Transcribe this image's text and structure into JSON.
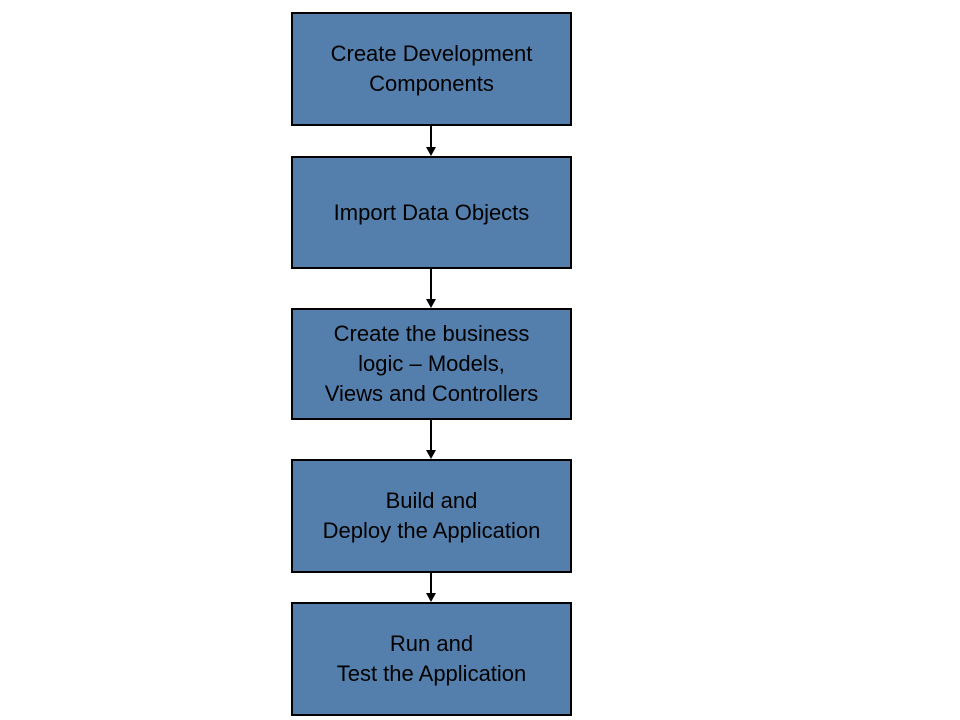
{
  "diagram": {
    "type": "flowchart",
    "orientation": "vertical",
    "background_color": "#FFFFFF",
    "box_fill_color": "#547FAC",
    "box_border_color": "#000000",
    "text_color": "#000000",
    "arrow_color": "#000000",
    "steps": [
      {
        "id": 1,
        "label": "Create Development\nComponents"
      },
      {
        "id": 2,
        "label": "Import Data Objects"
      },
      {
        "id": 3,
        "label": "Create the business\nlogic – Models,\nViews and Controllers"
      },
      {
        "id": 4,
        "label": "Build and\nDeploy the Application"
      },
      {
        "id": 5,
        "label": "Run and\nTest the Application"
      }
    ],
    "connections": [
      {
        "from": 1,
        "to": 2
      },
      {
        "from": 2,
        "to": 3
      },
      {
        "from": 3,
        "to": 4
      },
      {
        "from": 4,
        "to": 5
      }
    ]
  }
}
